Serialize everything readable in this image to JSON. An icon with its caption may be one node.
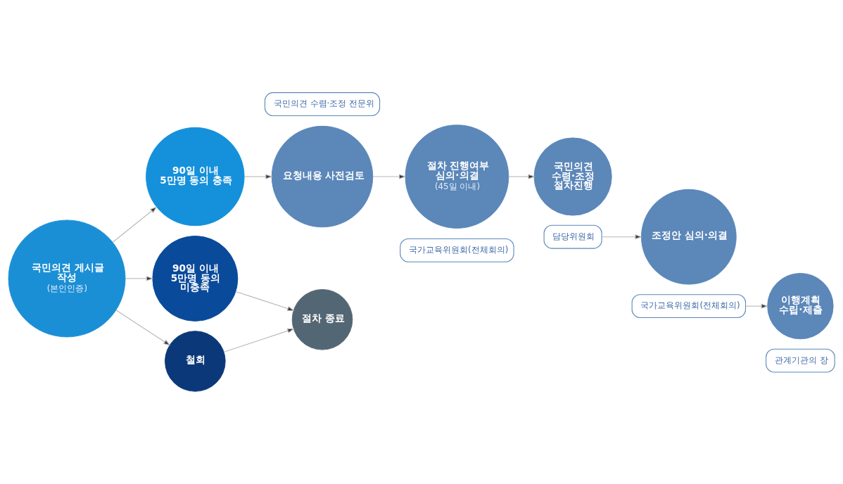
{
  "diagram": {
    "nodes": [
      {
        "text": [
          "국민의견 게시글 작성",
          "(본인인증)"
        ]
      },
      {
        "text": [
          "90일 이내 5만명 동의 충족"
        ]
      },
      {
        "text": [
          "90일 이내 5만명 동의 미충족"
        ]
      },
      {
        "text": [
          "철회"
        ]
      },
      {
        "text": [
          "요청내용 사전검토"
        ]
      },
      {
        "text": [
          "국민의견 수렴·조정 전문위"
        ]
      },
      {
        "text": [
          "절차 종료"
        ]
      },
      {
        "text": [
          "절차 진행여부 심의·의결",
          "(45일 이내)"
        ]
      },
      {
        "text": [
          "국가교육위원회(전체회의)"
        ]
      },
      {
        "text": [
          "국민의견 수렴·조정 절차진행"
        ]
      },
      {
        "text": [
          "담당위원회"
        ]
      },
      {
        "text": [
          "조정안 심의·의결"
        ]
      },
      {
        "text": [
          "국가교육위원회(전체회의)"
        ]
      },
      {
        "text": [
          "이행계획 수립·제출"
        ]
      },
      {
        "text": [
          "관계기관의 장"
        ]
      }
    ],
    "edges": [
      {
        "from": 0,
        "to": 1,
        "arrow": "to"
      },
      {
        "from": 0,
        "to": 2,
        "arrow": "to"
      },
      {
        "from": 0,
        "to": 3,
        "arrow": "to"
      },
      {
        "from": 1,
        "to": 4,
        "arrow": "to"
      },
      {
        "from": 4,
        "to": 7,
        "arrow": "to"
      },
      {
        "from": 7,
        "to": 9,
        "arrow": "to"
      },
      {
        "from": 2,
        "to": 6,
        "arrow": "to"
      },
      {
        "from": 3,
        "to": 6,
        "arrow": "to"
      },
      {
        "from": 10,
        "to": 11,
        "arrow": "to"
      },
      {
        "from": 12,
        "to": 13,
        "arrow": "to"
      }
    ]
  }
}
